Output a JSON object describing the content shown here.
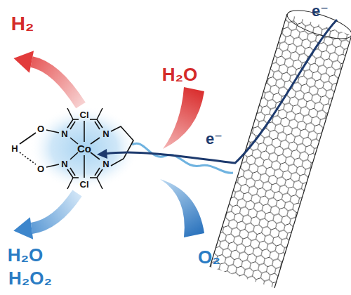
{
  "diagram": {
    "labels": [
      "H₂",
      "H₂O",
      "e⁻",
      "e⁻",
      "Cl",
      "Cl",
      "Co",
      "N",
      "N",
      "N",
      "N",
      "O",
      "O",
      "H",
      "O₂",
      "H₂O",
      "H₂O₂"
    ]
  }
}
